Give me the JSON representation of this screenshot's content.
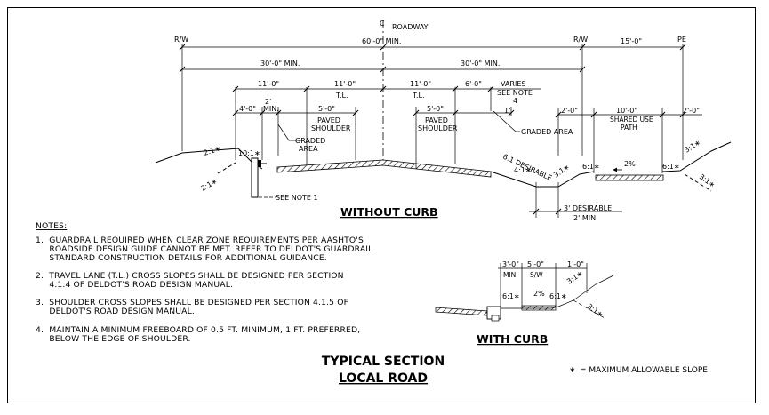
{
  "diagram": {
    "centerline_label": "ROADWAY",
    "cl_symbol": "C",
    "rw_left": "R/W",
    "rw_right": "R/W",
    "pe": "PE",
    "dim_60": "60'-0\" MIN.",
    "dim_15": "15'-0\"",
    "dim_30_left": "30'-0\" MIN.",
    "dim_30_right": "30'-0\" MIN.",
    "dim_11_a": "11'-0\"",
    "dim_11_b": "11'-0\"",
    "dim_11_c": "11'-0\"",
    "dim_6": "6'-0\"",
    "varies": "VARIES",
    "see_note_4_a": "SEE NOTE",
    "see_note_4_b": "4",
    "tl_left": "T.L.",
    "tl_right": "T.L.",
    "dim_4": "4'-0\"",
    "dim_2_min_a": "2'",
    "dim_2_min_b": "MIN.",
    "dim_5_left": "5'-0\"",
    "dim_5_right": "5'-0\"",
    "paved_a": "PAVED",
    "shoulder_a": "SHOULDER",
    "paved_b": "PAVED",
    "shoulder_b": "SHOULDER",
    "dim_1": "1'",
    "graded_area_left_a": "GRADED",
    "graded_area_left_b": "AREA",
    "graded_area_right": "GRADED AREA",
    "dim_2_path_left": "2'-0\"",
    "dim_10_path": "10'-0\"",
    "dim_2_path_right": "2'-0\"",
    "shared_use_a": "SHARED USE",
    "shared_use_b": "PATH",
    "slope_2to1_left_top": "2:1∗",
    "slope_2to1_left_bot": "2:1∗",
    "slope_10to1": "10:1∗",
    "slope_6to1_desirable": "6:1 DESIRABLE",
    "slope_4to1": "4:1∗",
    "slope_3to1_a": "3:1∗",
    "slope_6to1_a": "6:1∗",
    "slope_2pct_path": "2%",
    "slope_6to1_b": "6:1∗",
    "slope_3to1_b": "3:1∗",
    "slope_3to1_c": "3:1∗",
    "see_note_1": "SEE NOTE 1",
    "without_curb": "WITHOUT CURB",
    "ditch_3_desirable": "3' DESIRABLE",
    "ditch_2_min": "2' MIN."
  },
  "notes": {
    "heading": "NOTES:",
    "n1_l1": "1.  GUARDRAIL REQUIRED WHEN CLEAR ZONE REQUIREMENTS PER AASHTO'S",
    "n1_l2": "     ROADSIDE DESIGN GUIDE CANNOT BE MET. REFER TO DELDOT'S GUARDRAIL",
    "n1_l3": "     STANDARD CONSTRUCTION DETAILS FOR ADDITIONAL GUIDANCE.",
    "n2_l1": "2.  TRAVEL LANE (T.L.) CROSS SLOPES SHALL BE DESIGNED PER SECTION",
    "n2_l2": "     4.1.4 OF DELDOT'S ROAD DESIGN MANUAL.",
    "n3_l1": "3.  SHOULDER CROSS SLOPES SHALL BE DESIGNED PER SECTION 4.1.5 OF",
    "n3_l2": "     DELDOT'S ROAD DESIGN MANUAL.",
    "n4_l1": "4.  MAINTAIN A MINIMUM FREEBOARD OF 0.5 FT. MINIMUM, 1 FT. PREFERRED,",
    "n4_l2": "     BELOW THE EDGE OF SHOULDER."
  },
  "curb_detail": {
    "dim_3": "3'-0\"",
    "dim_5": "5'-0\"",
    "dim_1": "1'-0\"",
    "min": "MIN.",
    "sw": "S/W",
    "slope_6to1_a": "6:1∗",
    "slope_2pct": "2%",
    "slope_6to1_b": "6:1∗",
    "slope_3to1_a": "3:1∗",
    "slope_3to1_b": "3:1∗",
    "with_curb": "WITH CURB"
  },
  "titles": {
    "line1": "TYPICAL SECTION",
    "line2": "LOCAL ROAD"
  },
  "legend": {
    "symbol": "∗",
    "text": "= MAXIMUM ALLOWABLE SLOPE"
  }
}
